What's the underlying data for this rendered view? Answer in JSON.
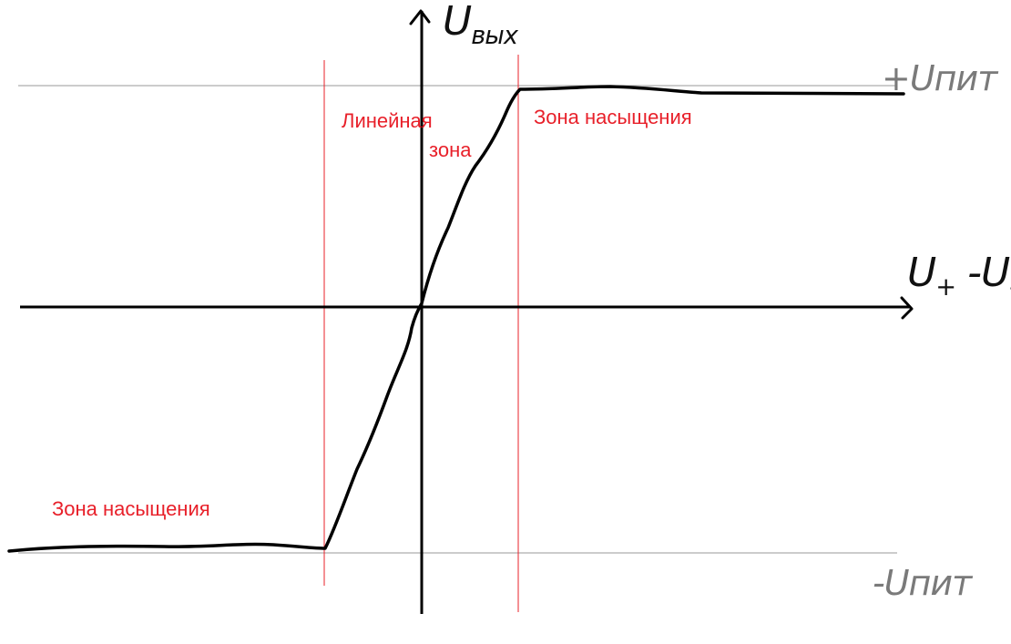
{
  "labels": {
    "y_axis": "Uвых",
    "y_axis_main": "U",
    "y_axis_sub": "вых",
    "x_axis_prefix": "U",
    "x_axis_sub_plus": "+",
    "x_axis_mid": " -U",
    "x_axis_sub_minus": "-",
    "plus_supply": "+Uпит",
    "minus_supply": "-Uпит",
    "linear_zone_line1": "Линейная",
    "linear_zone_line2": "зона",
    "saturation_zone_right": "Зона насыщения",
    "saturation_zone_left": "Зона насыщения"
  },
  "colors": {
    "curve": "#000000",
    "axes": "#000000",
    "zone_lines": "#e8202a",
    "zone_text": "#e8202a",
    "supply_lines": "#9a9a9a",
    "supply_text": "#7a7a7a"
  }
}
